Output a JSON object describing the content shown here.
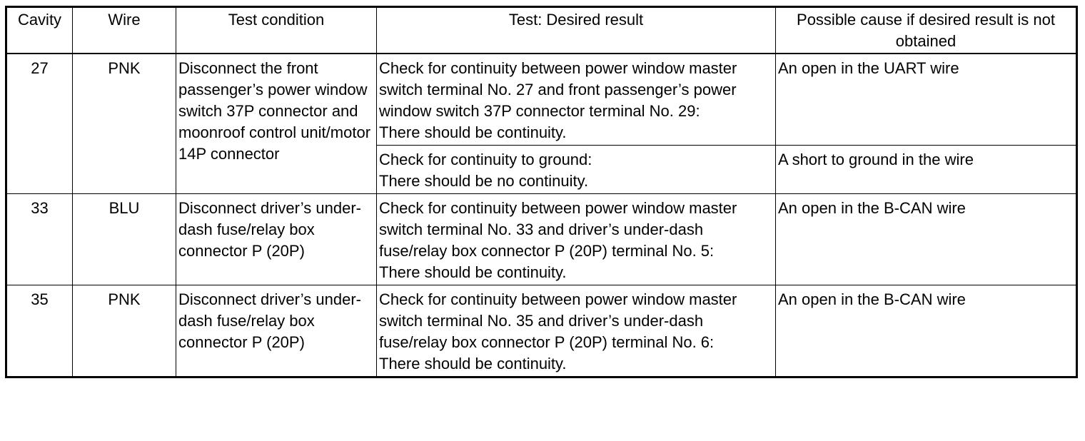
{
  "table": {
    "headers": {
      "cavity": "Cavity",
      "wire": "Wire",
      "condition": "Test condition",
      "result": "Test: Desired result",
      "cause": "Possible cause if desired result is not obtained"
    },
    "rows": [
      {
        "cavity": "27",
        "wire": "PNK",
        "condition": "Disconnect the front passenger’s power window switch 37P connector and moonroof control unit/motor 14P connector",
        "tests": [
          {
            "result_check": "Check for continuity between power window master switch terminal No. 27 and front passenger’s power window switch 37P connector terminal No. 29:",
            "result_expected": "There should be continuity.",
            "cause": "An open in the UART wire"
          },
          {
            "result_check": "Check for continuity to ground:",
            "result_expected": "There should be no continuity.",
            "cause": "A short to ground in the wire"
          }
        ]
      },
      {
        "cavity": "33",
        "wire": "BLU",
        "condition": "Disconnect driver’s under-dash fuse/relay box connector P (20P)",
        "tests": [
          {
            "result_check": "Check for continuity between power window master switch terminal No. 33 and driver’s under-dash fuse/relay box connector P (20P) terminal No. 5:",
            "result_expected": "There should be continuity.",
            "cause": "An open in the B-CAN wire"
          }
        ]
      },
      {
        "cavity": "35",
        "wire": "PNK",
        "condition": "Disconnect driver’s under-dash fuse/relay box connector P (20P)",
        "tests": [
          {
            "result_check": "Check for continuity between power window master switch terminal No. 35 and driver’s under-dash fuse/relay box connector P (20P) terminal No. 6:",
            "result_expected": "There should be continuity.",
            "cause": "An open in the B-CAN wire"
          }
        ]
      }
    ]
  }
}
